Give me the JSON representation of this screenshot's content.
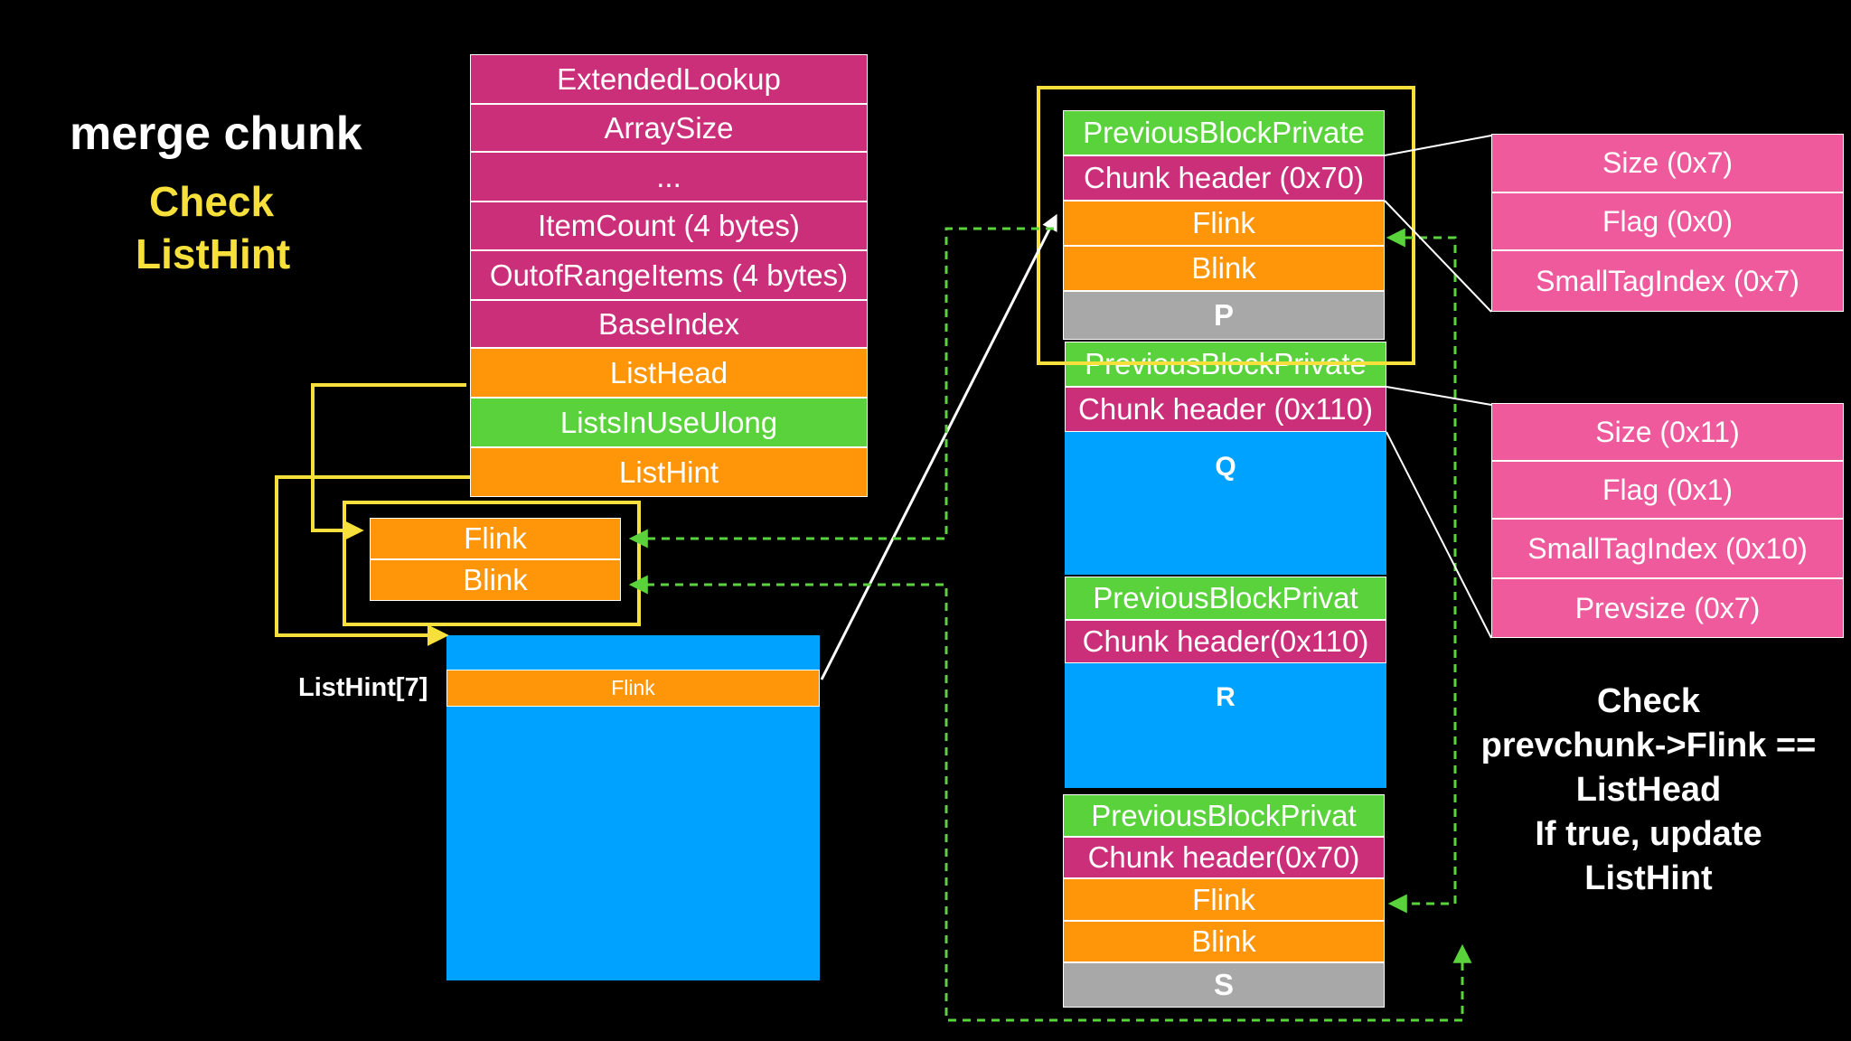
{
  "title": "merge chunk",
  "subtitle_line1": "Check",
  "subtitle_line2": "ListHint",
  "list_struct": [
    "ExtendedLookup",
    "ArraySize",
    "...",
    "ItemCount (4 bytes)",
    "OutofRangeItems (4 bytes)",
    "BaseIndex",
    "ListHead",
    "ListsInUseUlong",
    "ListHint"
  ],
  "listhead_entry": {
    "flink": "Flink",
    "blink": "Blink"
  },
  "listhint_label": "ListHint[7]",
  "listhint_flink": "Flink",
  "chunk_p": {
    "prev": "PreviousBlockPrivate",
    "header": "Chunk header (0x70)",
    "flink": "Flink",
    "blink": "Blink",
    "name": "P"
  },
  "chunk_q": {
    "prev": "PreviousBlockPrivate",
    "header": "Chunk header (0x110)",
    "name": "Q"
  },
  "chunk_r": {
    "prev": "PreviousBlockPrivat",
    "header": "Chunk header(0x110)",
    "name": "R"
  },
  "chunk_s": {
    "prev": "PreviousBlockPrivat",
    "header": "Chunk header(0x70)",
    "flink": "Flink",
    "blink": "Blink",
    "name": "S"
  },
  "header_p_fields": [
    "Size (0x7)",
    "Flag (0x0)",
    "SmallTagIndex (0x7)"
  ],
  "header_q_fields": [
    "Size (0x11)",
    "Flag (0x1)",
    "SmallTagIndex (0x10)",
    "Prevsize (0x7)"
  ],
  "note": [
    "Check",
    "prevchunk->Flink ==",
    "ListHead",
    "If true, update",
    "ListHint"
  ],
  "colors": {
    "magenta": "#cc2f7a",
    "orange": "#ff9508",
    "green": "#5ad23c",
    "blue": "#00a2ff",
    "grey": "#a8a8a8",
    "pink": "#ee5a9c",
    "yellow": "#f7e03c",
    "arrow_green": "#5ad23c"
  }
}
